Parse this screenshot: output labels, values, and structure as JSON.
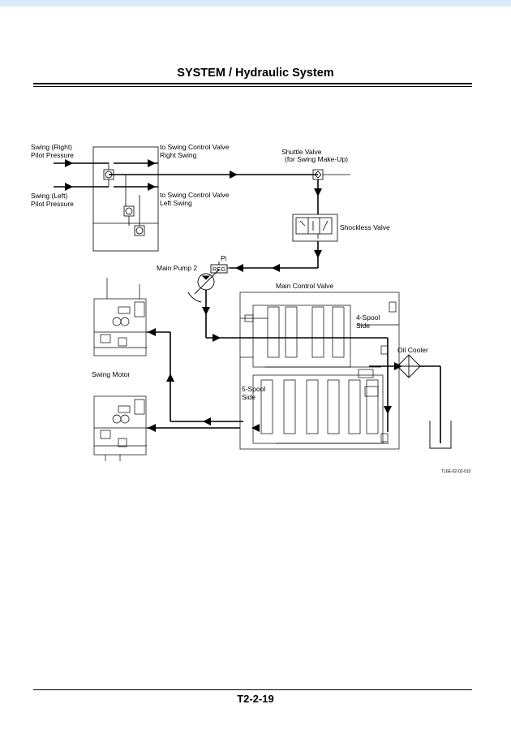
{
  "header": {
    "title": "SYSTEM / Hydraulic System"
  },
  "diagram": {
    "labels": {
      "swing_right_1": "Swing (Right)",
      "swing_right_2": "Pilot Pressure",
      "swing_left_1": "Swing (Left)",
      "swing_left_2": "Pilot Pressure",
      "to_right_1": "to Swing Control Valve",
      "to_right_2": "Right Swing",
      "to_left_1": "to Swing Control Valve",
      "to_left_2": "Left Swing",
      "shuttle_1": "Shuttle Valve",
      "shuttle_2": "(for Swing Make-Up)",
      "shockless": "Shockless Valve",
      "pi": "Pi",
      "reg": "REG",
      "main_pump": "Main Pump 2",
      "main_control_valve": "Main Control Valve",
      "four_spool_1": "4-Spool",
      "four_spool_2": "Side",
      "five_spool_1": "5-Spool",
      "five_spool_2": "Side",
      "oil_cooler": "Oil Cooler",
      "swing_motor": "Swing Motor",
      "figure_code": "T16E-02-02-010"
    }
  },
  "footer": {
    "page_number": "T2-2-19"
  },
  "colors": {
    "topbar": "#dbe9f9",
    "line": "#000000"
  }
}
